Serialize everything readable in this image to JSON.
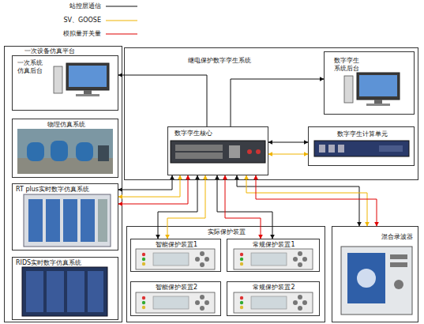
{
  "diagram": {
    "nodes": [
      {
        "text": [
          "一次设备仿真平台"
        ]
      },
      {
        "text": [
          "一次系统 仿真后台"
        ],
        "in": 0
      },
      {
        "text": [
          "物理仿真系统"
        ],
        "in": 0
      },
      {
        "text": [
          "RT plus实时数字仿真系统"
        ],
        "in": 0
      },
      {
        "text": [
          "RIDS实时数字仿真系统"
        ],
        "in": 0
      },
      {
        "text": [
          "继电保护数字孪生系统"
        ]
      },
      {
        "text": [
          "数字孪生 系统后台"
        ],
        "in": 5
      },
      {
        "text": [
          "数字孪生核心"
        ],
        "in": 5
      },
      {
        "text": [
          "数字孪生计算单元"
        ],
        "in": 5
      },
      {
        "text": [
          "实际保护装置"
        ]
      },
      {
        "text": [
          "智能保护装置1"
        ],
        "in": 9
      },
      {
        "text": [
          "常规保护装置1"
        ],
        "in": 9
      },
      {
        "text": [
          "智能保护装置2"
        ],
        "in": 9
      },
      {
        "text": [
          "常规保护装置2"
        ],
        "in": 9
      },
      {
        "text": [
          "混合录波器"
        ]
      }
    ],
    "edges": [
      {
        "from": 7,
        "to": 1,
        "arrow": "to"
      },
      {
        "from": 7,
        "to": 6,
        "arrow": "to"
      },
      {
        "from": 7,
        "to": 8,
        "arrow": "both"
      },
      {
        "from": 7,
        "to": 8,
        "arrow": "both"
      },
      {
        "from": 7,
        "to": 3,
        "arrow": "both"
      },
      {
        "from": 7,
        "to": 3,
        "arrow": "both"
      },
      {
        "from": 7,
        "to": 3,
        "arrow": "both"
      },
      {
        "from": 7,
        "to": 10,
        "arrow": "both"
      },
      {
        "from": 7,
        "to": 10,
        "arrow": "both"
      },
      {
        "from": 7,
        "to": 11,
        "arrow": "both"
      },
      {
        "from": 7,
        "to": 11,
        "arrow": "both"
      },
      {
        "from": 7,
        "to": 14,
        "arrow": "both"
      },
      {
        "from": 7,
        "to": 14,
        "arrow": "both"
      },
      {
        "from": 7,
        "to": 14,
        "arrow": "both"
      }
    ],
    "legend": [
      {
        "text": "站控层通信"
      },
      {
        "text": "SV、GOOSE"
      },
      {
        "text": "模拟量开关量"
      }
    ]
  }
}
